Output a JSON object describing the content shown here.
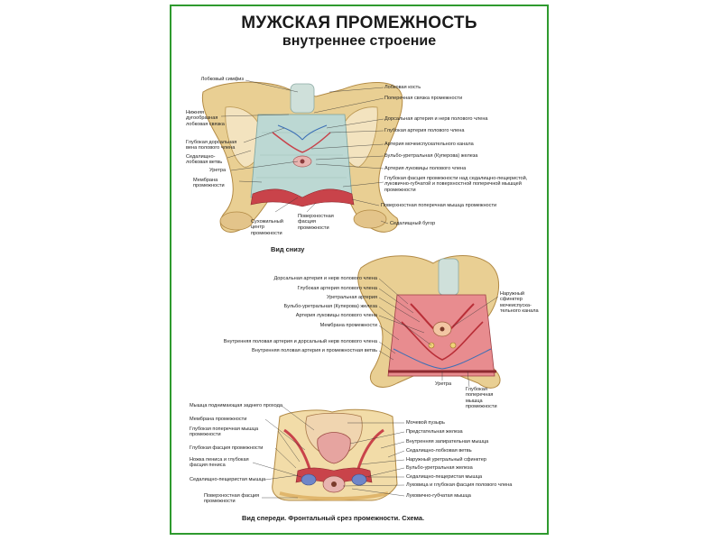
{
  "title": "МУЖСКАЯ ПРОМЕЖНОСТЬ",
  "subtitle": "внутреннее строение",
  "colors": {
    "border": "#2e9a2e",
    "bone": "#e6c98a",
    "muscle": "#c9434a",
    "membrane": "#b9d6d2"
  },
  "fig1": {
    "caption": "Вид снизу",
    "left_labels": [
      "Лобковый симфиз",
      "Нижняя дугообразная лобковая связка",
      "Глубокая дорсальная вена полового члена",
      "Седалищно-лобковая ветвь",
      "Уретра",
      "Мембрана промежности"
    ],
    "right_labels": [
      "Лобковая кость",
      "Поперечная связка промежности",
      "Дорсальная артерия и нерв полового члена",
      "Глубокая артерия полового члена",
      "Артерия мочеиспускательного канала",
      "Бульбо-уретральная (Куперова) железа",
      "Артерия луковицы полового члена",
      "Глубокая фасция промежности над седалищно-пещеристой, луковично-губчатой и поверхностной поперечной мышцей промежности",
      "Поверхностная поперечная мышца промежности",
      "Седалищный бугор"
    ],
    "bottom_labels": [
      "Сухожильный центр промежности",
      "Поверхностная фасция промежности"
    ]
  },
  "fig2": {
    "left_labels": [
      "Дорсальная артерия и нерв полового члена",
      "Глубокая артерия полового члена",
      "Уретральная артерия",
      "Бульбо-уретральная (Куперова) железа",
      "Артерия луковицы полового члена",
      "Мембрана промежности",
      "Внутренняя половая артерия и дорсальный нерв полового члена",
      "Внутренняя половая артерия и промежностная ветвь"
    ],
    "right_labels": [
      "Наружный сфинктер мочеиспуска-тельного канала"
    ],
    "bottom_labels": [
      "Уретра",
      "Глубокая поперечная мышца промежности"
    ]
  },
  "fig3": {
    "caption": "Вид спереди. Фронтальный срез промежности. Схема.",
    "left_labels": [
      "Мышца поднимающая заднего прохода",
      "Мембрана промежности",
      "Глубокая поперечная мышца промежности",
      "Глубокая фасция промежности",
      "Ножка пениса и глубокая фасция пениса",
      "Седалищно-пещеристая мышца",
      "Поверхностная фасция промежности"
    ],
    "right_labels": [
      "Мочевой пузырь",
      "Предстательная железа",
      "Внутренняя запирательная мышца",
      "Седалищно-лобковая ветвь",
      "Наружный уретральный сфинктер",
      "Бульбо-уретральная железа",
      "Седалищно-пещеристая мышца",
      "Луковица и глубокая фасция полового члена",
      "Луковично-губчатая мышца"
    ]
  }
}
